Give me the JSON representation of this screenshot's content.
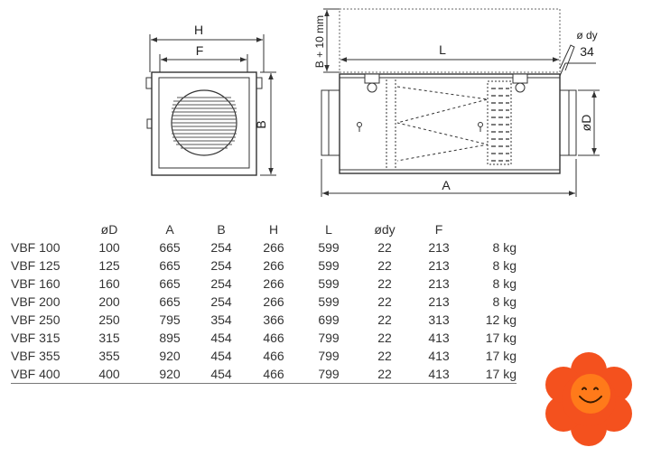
{
  "drawing": {
    "labels": {
      "H": "H",
      "F": "F",
      "B": "B",
      "B_plus": "B + 10 mm",
      "L": "L",
      "ody": "ø dy",
      "d34": "34",
      "oD": "øD",
      "A": "A"
    }
  },
  "table": {
    "headers": [
      "",
      "øD",
      "A",
      "B",
      "H",
      "L",
      "ødy",
      "F",
      ""
    ],
    "rows": [
      [
        "VBF 100",
        "100",
        "665",
        "254",
        "266",
        "599",
        "22",
        "213",
        "8 kg"
      ],
      [
        "VBF 125",
        "125",
        "665",
        "254",
        "266",
        "599",
        "22",
        "213",
        "8 kg"
      ],
      [
        "VBF 160",
        "160",
        "665",
        "254",
        "266",
        "599",
        "22",
        "213",
        "8 kg"
      ],
      [
        "VBF 200",
        "200",
        "665",
        "254",
        "266",
        "599",
        "22",
        "213",
        "8 kg"
      ],
      [
        "VBF 250",
        "250",
        "795",
        "354",
        "366",
        "699",
        "22",
        "313",
        "12 kg"
      ],
      [
        "VBF 315",
        "315",
        "895",
        "454",
        "466",
        "799",
        "22",
        "413",
        "17 kg"
      ],
      [
        "VBF 355",
        "355",
        "920",
        "454",
        "466",
        "799",
        "22",
        "413",
        "17 kg"
      ],
      [
        "VBF 400",
        "400",
        "920",
        "454",
        "466",
        "799",
        "22",
        "413",
        "17 kg"
      ]
    ]
  },
  "colors": {
    "flower_petal": "#f4511e",
    "flower_center": "#ff7a1a",
    "line": "#333333"
  },
  "icons": {
    "logo": "smiley-flower-icon"
  }
}
